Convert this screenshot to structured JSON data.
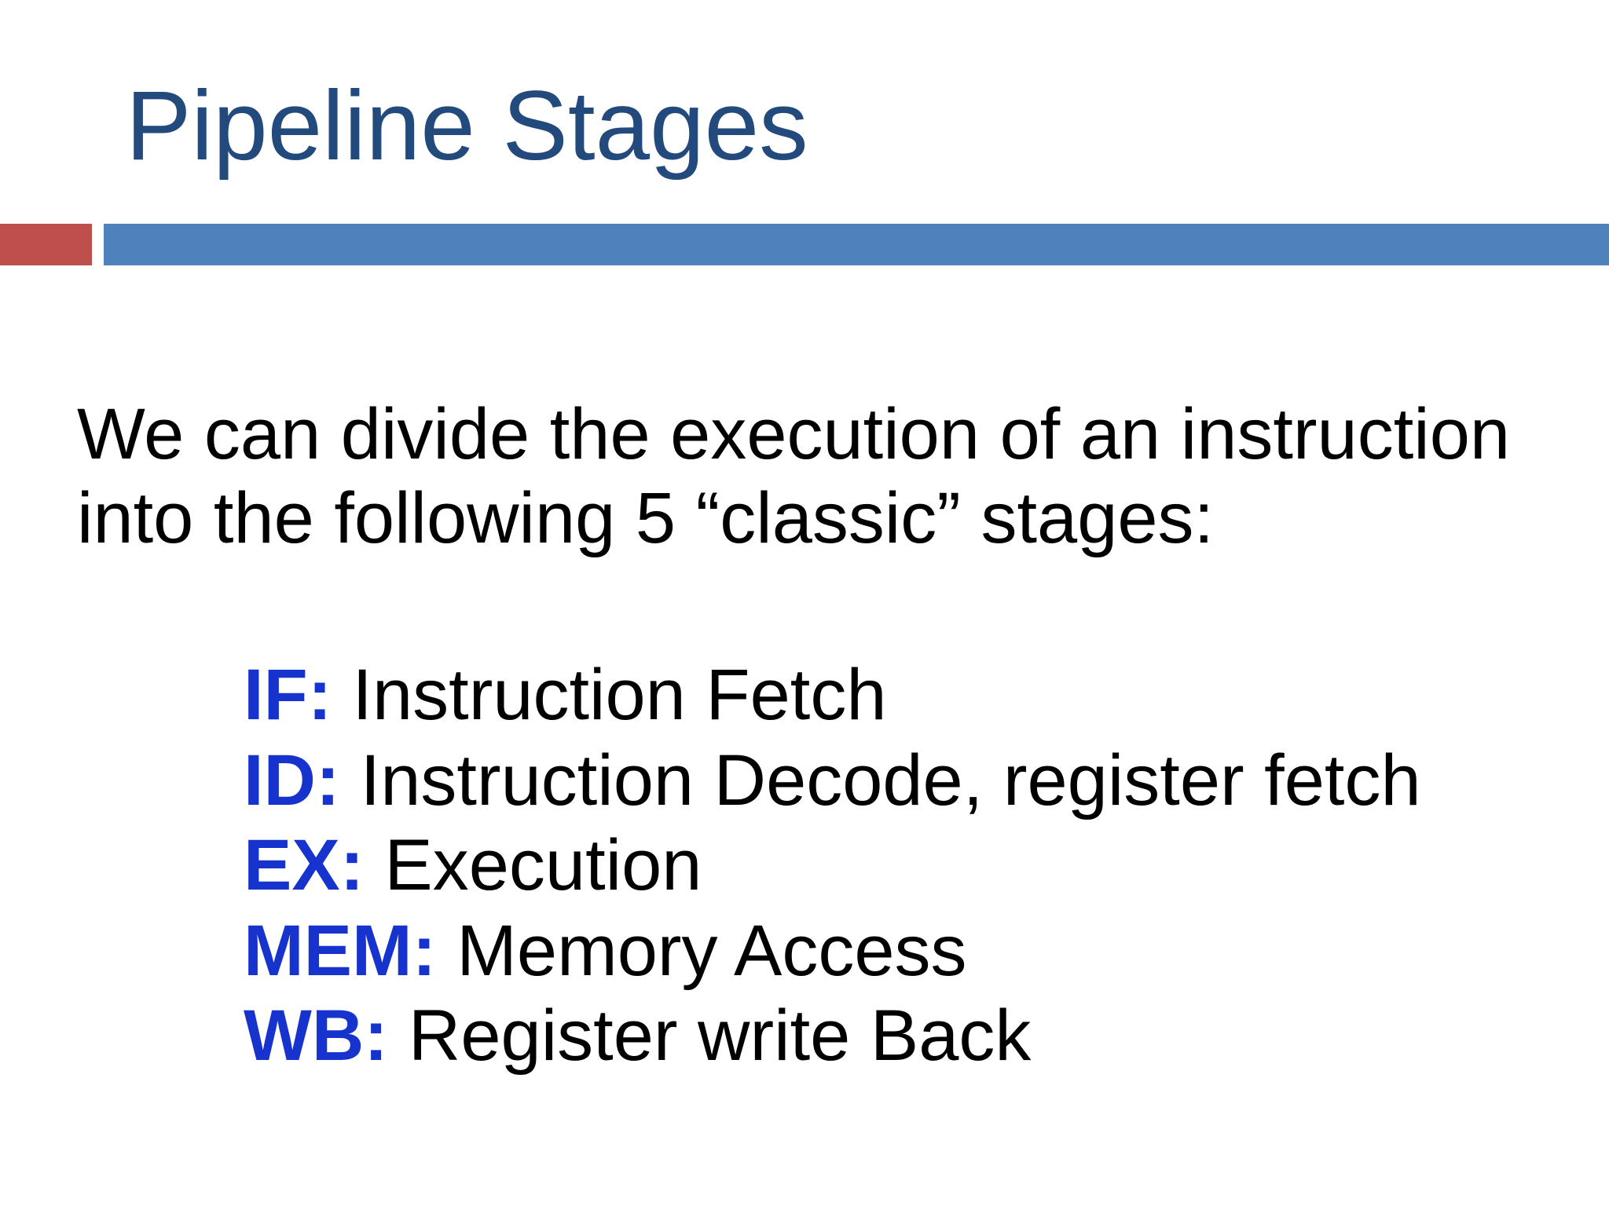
{
  "slide": {
    "title": "Pipeline Stages",
    "intro": {
      "line1": "We can divide the execution of an instruction",
      "line2": "into the following 5 “classic” stages:"
    },
    "stages": [
      {
        "abbr": "IF:",
        "desc": "Instruction Fetch"
      },
      {
        "abbr": "ID:",
        "desc": "Instruction Decode, register fetch"
      },
      {
        "abbr": "EX:",
        "desc": "Execution"
      },
      {
        "abbr": "MEM:",
        "desc": "Memory Access"
      },
      {
        "abbr": "WB:",
        "desc": "Register write Back"
      }
    ],
    "colors": {
      "background": "#FFFFFF",
      "title_color": "#234A7D",
      "accent_red": "#BE4F4D",
      "accent_blue": "#4F81BD",
      "stage_label": "#1733CE",
      "body_text": "#000000"
    }
  }
}
